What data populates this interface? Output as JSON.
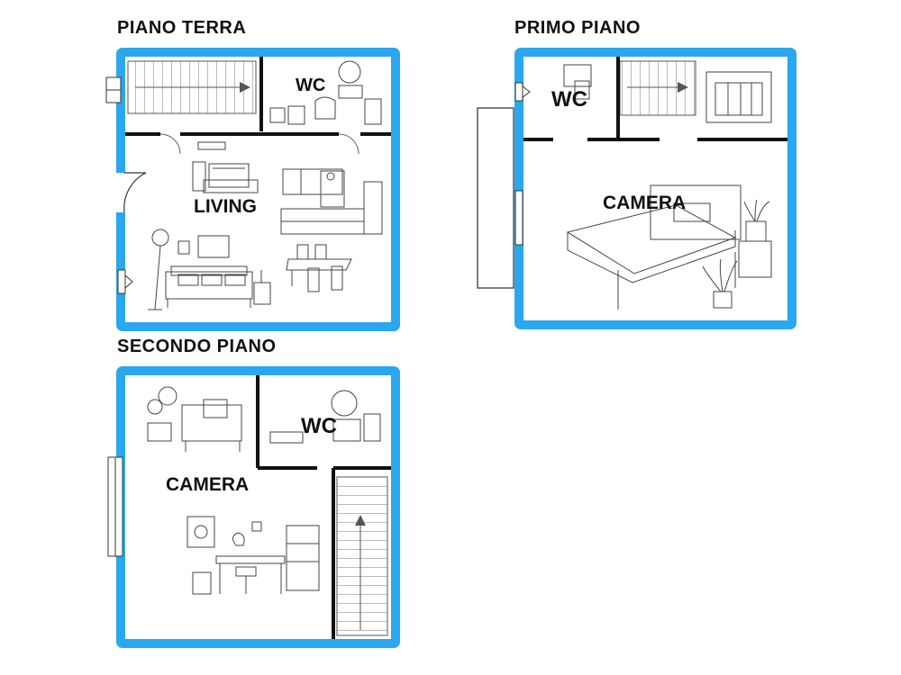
{
  "colors": {
    "outer_wall": "#2aa7ee",
    "inner_wall": "#111111",
    "sketch": "#444444"
  },
  "floors": {
    "ground": {
      "title": "PIANO TERRA",
      "rooms": {
        "wc": "WC",
        "living": "LIVING"
      }
    },
    "first": {
      "title": "PRIMO PIANO",
      "rooms": {
        "wc": "WC",
        "camera": "CAMERA"
      }
    },
    "second": {
      "title": "SECONDO PIANO",
      "rooms": {
        "wc": "WC",
        "camera": "CAMERA"
      }
    }
  },
  "icons": [
    "stairs-up-arrow-icon",
    "door-swing-icon",
    "window-icon",
    "bed-sketch",
    "sofa-sketch",
    "kitchen-sketch",
    "desk-sketch",
    "plant-sketch"
  ]
}
